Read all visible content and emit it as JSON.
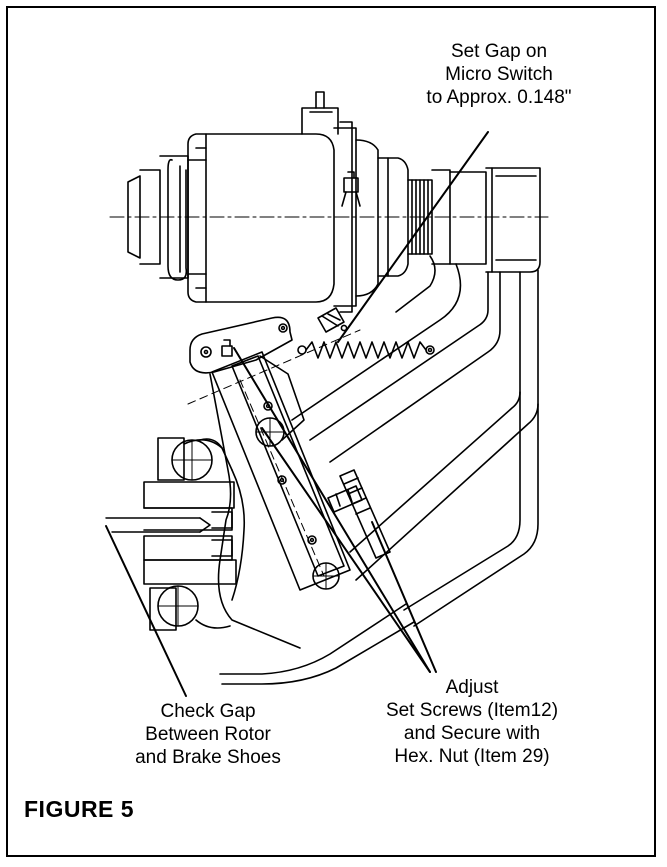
{
  "labels": {
    "micro_switch": [
      "Set Gap on",
      "Micro Switch",
      "to Approx. 0.148\""
    ],
    "adjust": [
      "Adjust",
      "Set Screws (Item12)",
      "and Secure with",
      "Hex. Nut (Item 29)"
    ],
    "check_gap": [
      "Check Gap",
      "Between Rotor",
      "and Brake Shoes"
    ]
  },
  "figure_title": "FIGURE 5"
}
